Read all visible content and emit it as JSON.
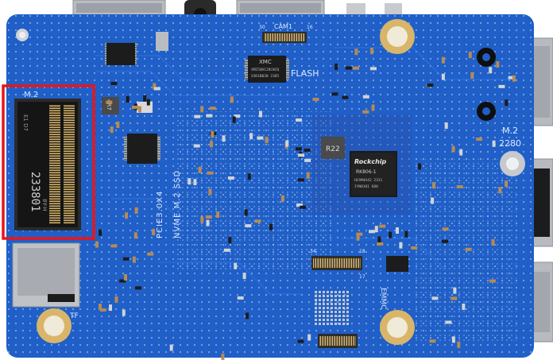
{
  "colors": {
    "board": "#1f5fc7",
    "board_dark": "#1849a3",
    "trace": "#2a6de0",
    "silk": "#dbe8ff",
    "chip": "#1c1c1c",
    "gold": "#d9b56a",
    "metal": "#c7c9cc",
    "highlight": "#e8151b"
  },
  "silk": {
    "cam1": "CAM1",
    "cam1_pin_left": "30",
    "cam1_pin_right": "16",
    "flash": "FLASH",
    "m2_top": "M.2",
    "m2_right_line1": "M.2",
    "m2_right_line2": "2280",
    "pcie": "PCIE3.0X4",
    "nvme": "NVME M.2 SSD",
    "tf": "TF",
    "emmc": "EMMC",
    "conn_num_left": "34",
    "conn_num_right": "18",
    "conn_num_17": "17",
    "inductor_r22": "R22",
    "inductor_4r7": "4R7"
  },
  "chips": {
    "soc_brand": "Rockchip",
    "soc_model": "RK806-1",
    "soc_line1": "HCAM4A42 2331",
    "soc_line2": "1YN0101 600",
    "flash_brand": "XMC",
    "flash_line1": "XM25QH128CWIQ",
    "flash_line2": "X3K1B030 2305"
  },
  "m2_slot": {
    "part_number": "233801",
    "left_mark": "E1 D7",
    "right_mark": "8Y-H"
  },
  "annotation": {
    "shape": "rectangle",
    "color": "#e8151b",
    "target": "M.2 slot"
  }
}
